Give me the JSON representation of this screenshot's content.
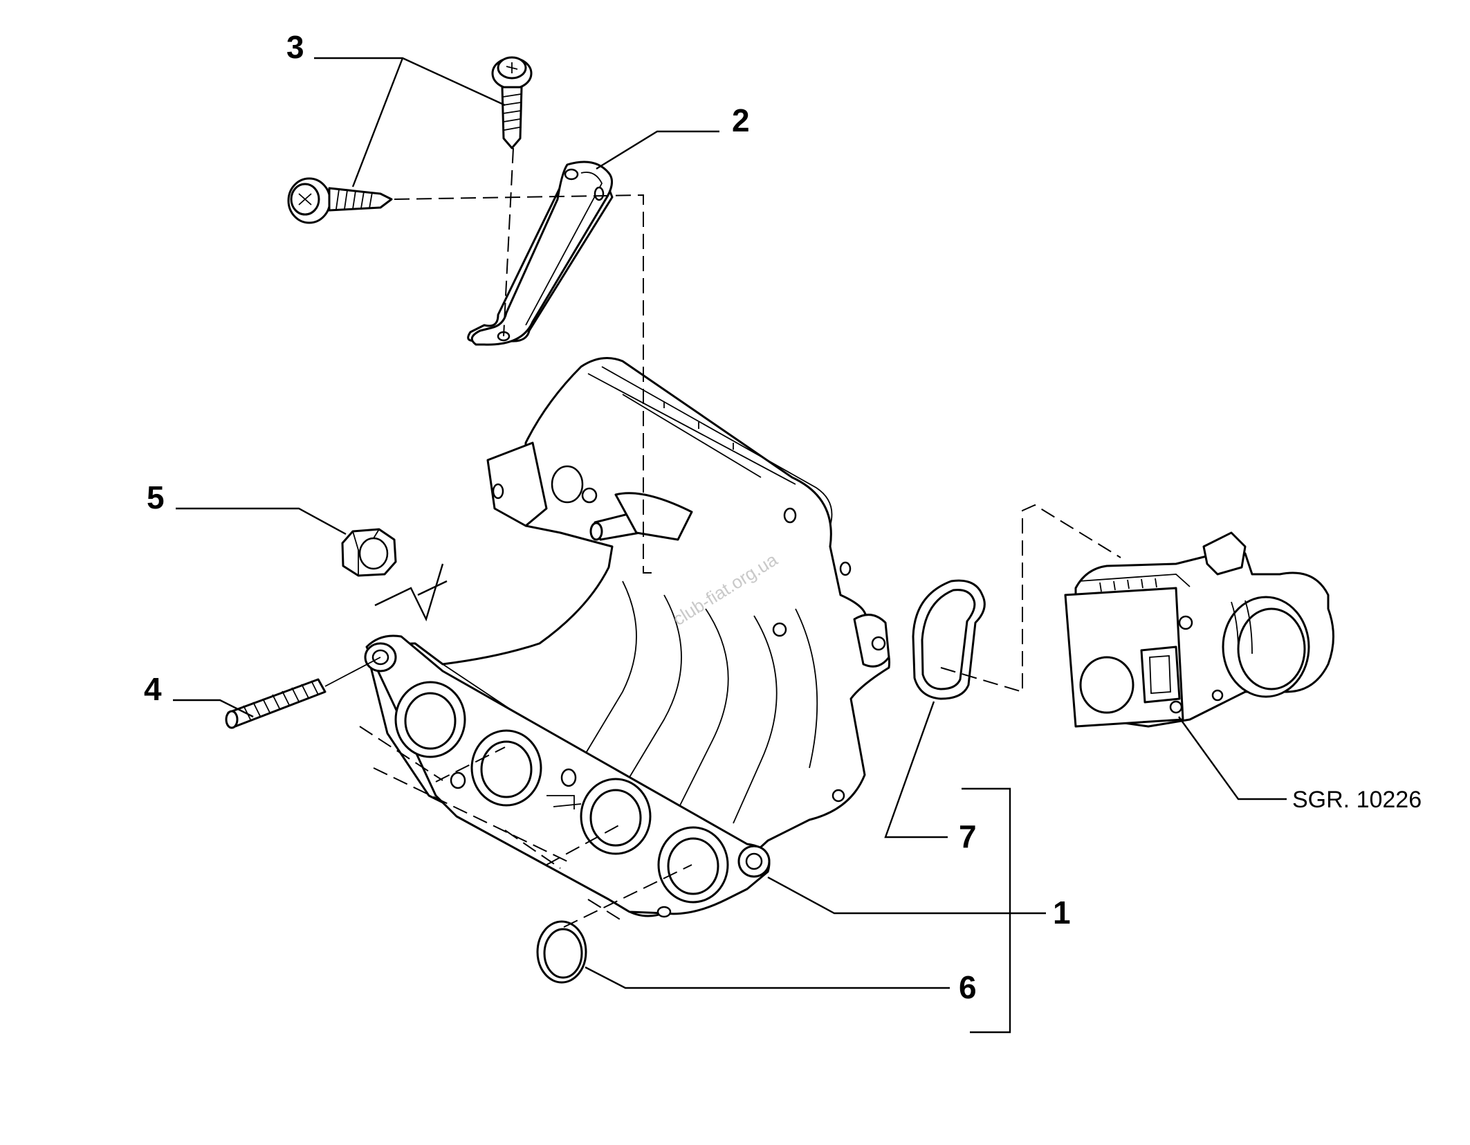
{
  "callouts": {
    "c1": "1",
    "c2": "2",
    "c3": "3",
    "c4": "4",
    "c5": "5",
    "c6": "6",
    "c7": "7"
  },
  "reference": "SGR. 10226",
  "watermark": "club-fiat.org.ua",
  "colors": {
    "line": "#000000",
    "background": "#ffffff",
    "watermark": "#c9c9c9"
  }
}
